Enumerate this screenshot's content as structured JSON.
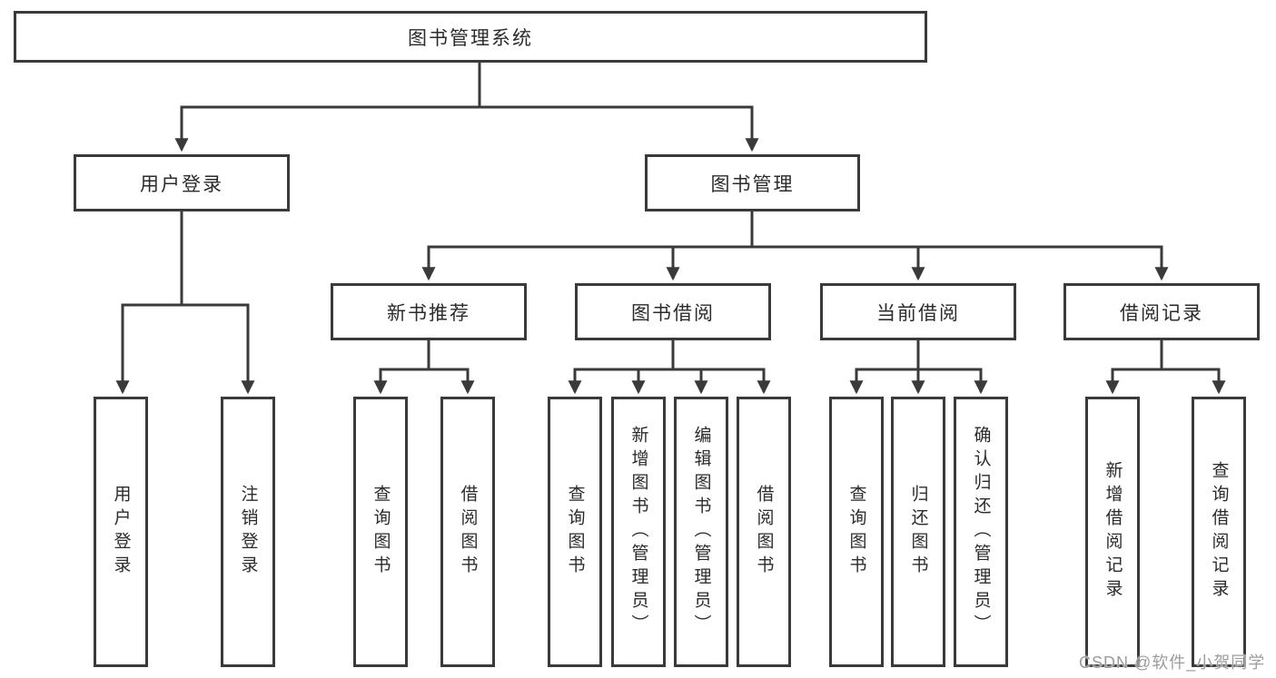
{
  "colors": {
    "line": "#3a3a3a",
    "box_border": "#3a3a3a",
    "text": "#2b2b2b",
    "background": "#ffffff",
    "watermark": "#9c9c9c"
  },
  "root": {
    "label": "图书管理系统"
  },
  "level2": [
    {
      "label": "用户登录"
    },
    {
      "label": "图书管理"
    }
  ],
  "level3": [
    {
      "label": "新书推荐",
      "parent": "图书管理"
    },
    {
      "label": "图书借阅",
      "parent": "图书管理"
    },
    {
      "label": "当前借阅",
      "parent": "图书管理"
    },
    {
      "label": "借阅记录",
      "parent": "图书管理"
    }
  ],
  "leaves": [
    {
      "label": "用户登录",
      "parent": "用户登录"
    },
    {
      "label": "注销登录",
      "parent": "用户登录"
    },
    {
      "label": "查询图书",
      "parent": "新书推荐"
    },
    {
      "label": "借阅图书",
      "parent": "新书推荐"
    },
    {
      "label": "查询图书",
      "parent": "图书借阅"
    },
    {
      "label": "新增图书（管理员）",
      "parent": "图书借阅"
    },
    {
      "label": "编辑图书（管理员）",
      "parent": "图书借阅"
    },
    {
      "label": "借阅图书",
      "parent": "图书借阅"
    },
    {
      "label": "查询图书",
      "parent": "当前借阅"
    },
    {
      "label": "归还图书",
      "parent": "当前借阅"
    },
    {
      "label": "确认归还（管理员）",
      "parent": "当前借阅"
    },
    {
      "label": "新增借阅记录",
      "parent": "借阅记录"
    },
    {
      "label": "查询借阅记录",
      "parent": "借阅记录"
    }
  ],
  "watermark": {
    "text": "CSDN @软件_小贺同学"
  }
}
